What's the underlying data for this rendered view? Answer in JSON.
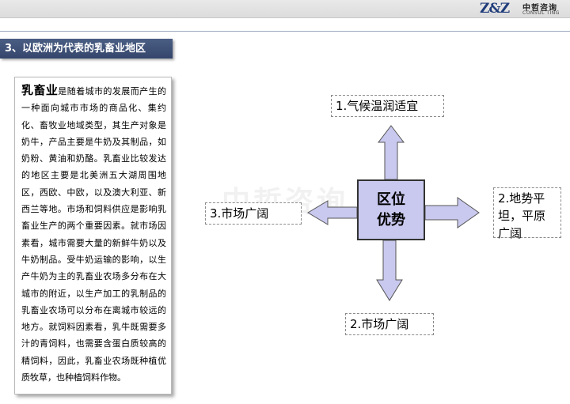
{
  "logo": {
    "mark": "Z&Z",
    "chinese_name": "中哲咨询",
    "english_name": "CONSUL TING"
  },
  "section": {
    "title": "3、以欧洲为代表的乳畜业地区"
  },
  "description": {
    "term": "乳畜业",
    "body": "是随着城市的发展而产生的一种面向城市市场的商品化、集约化、畜牧业地域类型，其生产对象是奶牛，产品主要是牛奶及其制品，如奶粉、黄油和奶酪。乳畜业比较发达的地区主要是北美洲五大湖周围地区，西欧、中欧，以及澳大利亚、新西兰等地。市场和饲料供应是影响乳畜业生产的两个重要因素。就市场因素看，城市需要大量的新鲜牛奶以及牛奶制品。受牛奶运输的影响，以生产牛奶为主的乳畜业农场多分布在大城市的附近，以生产加工的乳制品的乳畜业农场可以分布在离城市较远的地方。就饲料因素看，乳牛既需要多汁的青饲料，也需要含蛋白质较高的精饲料，因此，乳畜业农场既种植优质牧草，也种植饲料作物。"
  },
  "watermark": "中哲咨询",
  "diagram": {
    "center_line1": "区位",
    "center_line2": "优势",
    "top_label": "1.气候温润适宜",
    "right_label": "2.地势平坦，平原广阔",
    "bottom_label": "2.市场广阔",
    "left_label": "3.市场广阔",
    "arrow_fill": "#c9c9ef",
    "arrow_stroke": "#555555"
  }
}
